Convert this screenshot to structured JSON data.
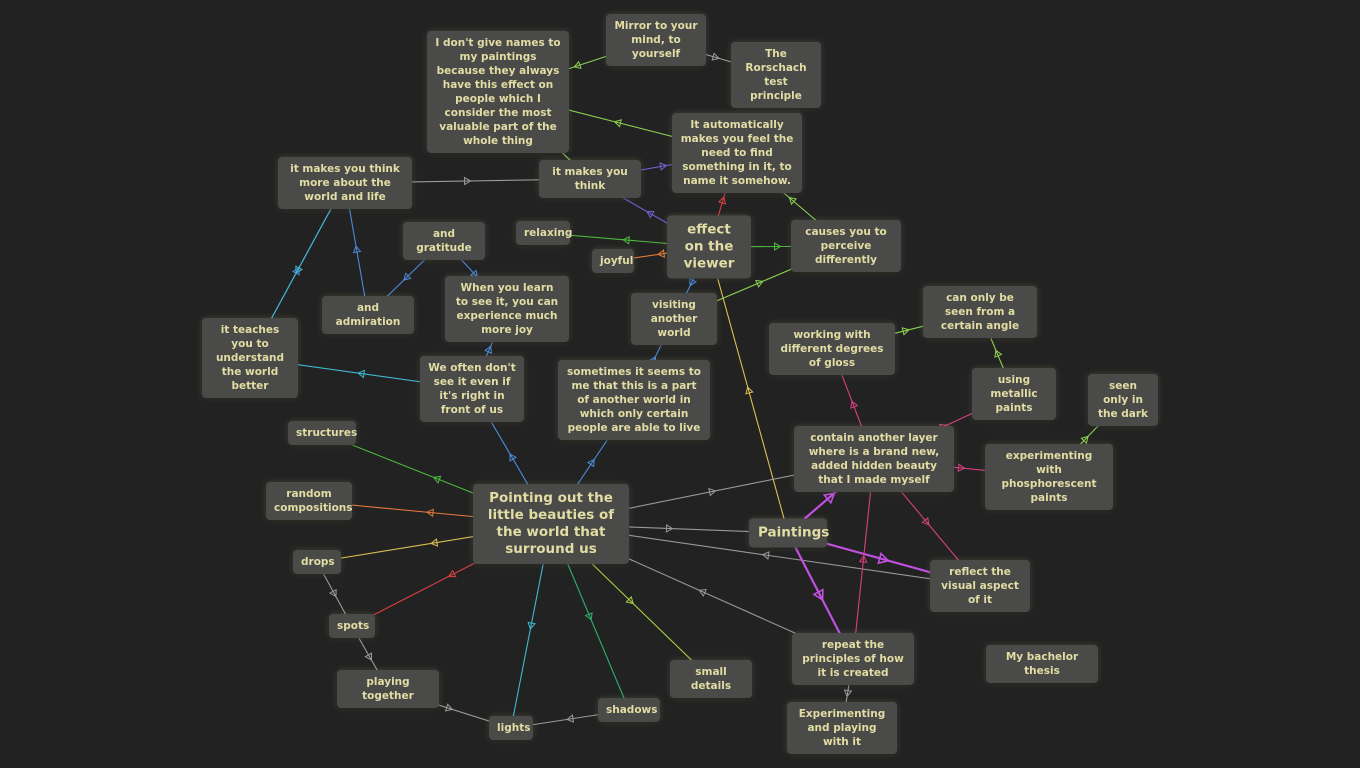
{
  "colors": {
    "background": "#222222",
    "node_fill": "#4a4a48",
    "node_text": "#e2dda4"
  },
  "nodes": {
    "center": {
      "label": "Pointing out the little beauties of the world that surround us"
    },
    "effect": {
      "label": "effect on the viewer"
    },
    "paintings": {
      "label": "Paintings"
    },
    "mirror": {
      "label": "Mirror to your mind, to yourself"
    },
    "names": {
      "label": "I don't give names to my paintings because they always have this effect on people which I consider the most valuable part of the whole thing"
    },
    "rorschach": {
      "label": "The Rorschach test principle"
    },
    "automatically": {
      "label": "It automatically makes you feel the need to find something in it, to name it somehow."
    },
    "think_more": {
      "label": "it makes you think more about the world and life"
    },
    "makes_think": {
      "label": "it makes you think"
    },
    "relaxing": {
      "label": "relaxing"
    },
    "joyful": {
      "label": "joyful"
    },
    "gratitude": {
      "label": "and gratitude"
    },
    "learn": {
      "label": "When you learn to see it, you can experience much more joy"
    },
    "causes": {
      "label": "causes you to perceive differently"
    },
    "admiration": {
      "label": "and admiration"
    },
    "visiting": {
      "label": "visiting another world"
    },
    "teaches": {
      "label": "it teaches you to understand the world better"
    },
    "often": {
      "label": "We often don't see it even if it's right in front of us"
    },
    "sometimes": {
      "label": "sometimes it seems to me that this is a part of another world in which only certain people are able to live"
    },
    "angle": {
      "label": "can only be seen from a certain angle"
    },
    "gloss": {
      "label": "working with different degrees of gloss"
    },
    "metallic": {
      "label": "using metallic paints"
    },
    "dark": {
      "label": "seen only in the dark"
    },
    "structures": {
      "label": "structures"
    },
    "layer": {
      "label": "contain another layer where is a brand new, added hidden beauty that I made myself"
    },
    "phosph": {
      "label": "experimenting with phosphorescent paints"
    },
    "random": {
      "label": "random compositions"
    },
    "drops": {
      "label": "drops"
    },
    "reflect": {
      "label": "reflect the visual aspect of it"
    },
    "spots": {
      "label": "spots"
    },
    "repeat": {
      "label": "repeat the principles of how it is created"
    },
    "small": {
      "label": "small details"
    },
    "thesis": {
      "label": "My bachelor thesis"
    },
    "playing": {
      "label": "playing together"
    },
    "shadows": {
      "label": "shadows"
    },
    "lights": {
      "label": "lights"
    },
    "experimenting": {
      "label": "Experimenting and playing with it"
    }
  },
  "edges": [
    {
      "from": "effect",
      "to": "relaxing",
      "color": "#4cbb3c"
    },
    {
      "from": "effect",
      "to": "joyful",
      "color": "#e07a3a"
    },
    {
      "from": "effect",
      "to": "causes",
      "color": "#4cbb3c"
    },
    {
      "from": "effect",
      "to": "automatically",
      "color": "#d94040"
    },
    {
      "from": "effect",
      "to": "makes_think",
      "color": "#7060d0"
    },
    {
      "from": "effect",
      "to": "visiting",
      "color": "#4a8ad8"
    },
    {
      "from": "effect",
      "to": "paintings",
      "color": "#d8c050",
      "reverse": true
    },
    {
      "from": "causes",
      "to": "automatically",
      "color": "#8cd050"
    },
    {
      "from": "visiting",
      "to": "causes",
      "color": "#8cd050"
    },
    {
      "from": "automatically",
      "to": "names",
      "color": "#8cd050"
    },
    {
      "from": "makes_think",
      "to": "automatically",
      "color": "#7060d0"
    },
    {
      "from": "makes_think",
      "to": "names",
      "color": "#8cd050"
    },
    {
      "from": "names",
      "to": "mirror",
      "color": "#8cd050",
      "reverse": true
    },
    {
      "from": "rorschach",
      "to": "mirror",
      "color": "#999999",
      "reverse": true
    },
    {
      "from": "think_more",
      "to": "makes_think",
      "color": "#999999"
    },
    {
      "from": "admiration",
      "to": "gratitude",
      "color": "#4a8ad8",
      "reverse": true
    },
    {
      "from": "learn",
      "to": "gratitude",
      "color": "#4a8ad8",
      "reverse": true
    },
    {
      "from": "admiration",
      "to": "think_more",
      "color": "#4a8ad8"
    },
    {
      "from": "teaches",
      "to": "think_more",
      "color": "#4a8ad8"
    },
    {
      "from": "think_more",
      "to": "teaches",
      "color": "#40b8d0"
    },
    {
      "from": "often",
      "to": "teaches",
      "color": "#40b8d0"
    },
    {
      "from": "often",
      "to": "learn",
      "color": "#4a8ad8"
    },
    {
      "from": "center",
      "to": "often",
      "color": "#4a8ad8"
    },
    {
      "from": "center",
      "to": "sometimes",
      "color": "#4a8ad8"
    },
    {
      "from": "sometimes",
      "to": "visiting",
      "color": "#4a8ad8"
    },
    {
      "from": "center",
      "to": "structures",
      "color": "#4cbb3c"
    },
    {
      "from": "center",
      "to": "random",
      "color": "#e07a3a"
    },
    {
      "from": "center",
      "to": "drops",
      "color": "#d8c050"
    },
    {
      "from": "center",
      "to": "spots",
      "color": "#d94040"
    },
    {
      "from": "center",
      "to": "lights",
      "color": "#40b8d0"
    },
    {
      "from": "center",
      "to": "shadows",
      "color": "#30b070"
    },
    {
      "from": "center",
      "to": "small",
      "color": "#a8d040"
    },
    {
      "from": "center",
      "to": "layer",
      "color": "#999999"
    },
    {
      "from": "center",
      "to": "paintings",
      "color": "#999999"
    },
    {
      "from": "reflect",
      "to": "center",
      "color": "#999999"
    },
    {
      "from": "repeat",
      "to": "center",
      "color": "#999999"
    },
    {
      "from": "drops",
      "to": "spots",
      "color": "#999999"
    },
    {
      "from": "spots",
      "to": "playing",
      "color": "#999999"
    },
    {
      "from": "playing",
      "to": "lights",
      "color": "#999999"
    },
    {
      "from": "shadows",
      "to": "lights",
      "color": "#999999"
    },
    {
      "from": "paintings",
      "to": "layer",
      "color": "#c050e0",
      "bold": true
    },
    {
      "from": "paintings",
      "to": "reflect",
      "color": "#c050e0",
      "bold": true
    },
    {
      "from": "paintings",
      "to": "repeat",
      "color": "#c050e0",
      "bold": true
    },
    {
      "from": "layer",
      "to": "gloss",
      "color": "#d84080"
    },
    {
      "from": "layer",
      "to": "metallic",
      "color": "#d84080"
    },
    {
      "from": "layer",
      "to": "phosph",
      "color": "#d84080"
    },
    {
      "from": "layer",
      "to": "reflect",
      "color": "#d84080"
    },
    {
      "from": "repeat",
      "to": "layer",
      "color": "#d84080"
    },
    {
      "from": "gloss",
      "to": "angle",
      "color": "#8cd050"
    },
    {
      "from": "metallic",
      "to": "angle",
      "color": "#8cd050"
    },
    {
      "from": "phosph",
      "to": "dark",
      "color": "#8cd050"
    },
    {
      "from": "repeat",
      "to": "experimenting",
      "color": "#999999"
    }
  ]
}
